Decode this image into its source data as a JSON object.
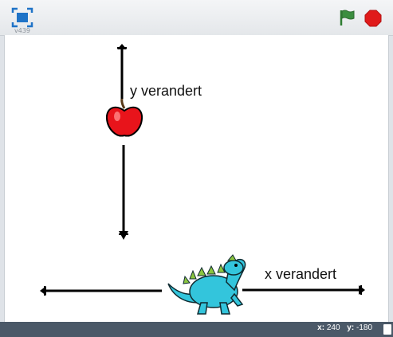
{
  "header": {
    "version": "v439",
    "fullscreen_icon": "fullscreen-icon",
    "green_flag_icon": "green-flag-icon",
    "stop_icon": "stop-sign-icon"
  },
  "stage": {
    "label_y": "y verandert",
    "label_x": "x verandert",
    "sprites": [
      "apple",
      "dinosaur"
    ],
    "colors": {
      "apple": "#e8141b",
      "dinosaur": "#33c5dc",
      "flag": "#2e7d32",
      "stop": "#e01b1b"
    }
  },
  "status": {
    "x_label": "x:",
    "x_value": "240",
    "y_label": "y:",
    "y_value": "-180"
  }
}
